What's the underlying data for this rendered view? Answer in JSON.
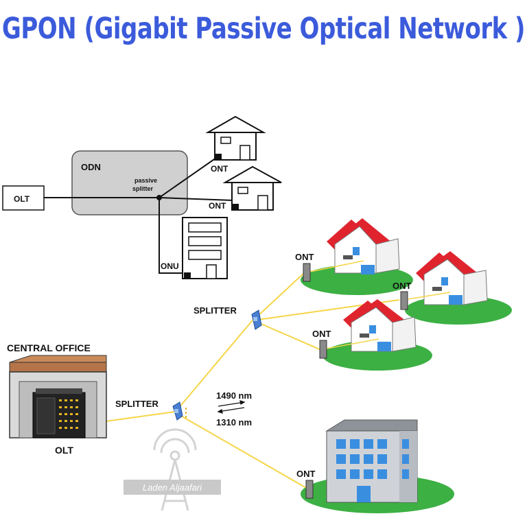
{
  "title": "GPON (Gigabit Passive Optical Network )",
  "top_diagram": {
    "olt_label": "OLT",
    "odn_label": "ODN",
    "splitter_line1": "passive",
    "splitter_line2": "splitter",
    "ont_label_1": "ONT",
    "ont_label_2": "ONT",
    "onu_label": "ONU"
  },
  "bottom_diagram": {
    "central_office_label": "CENTRAL OFFICE",
    "olt_label": "OLT",
    "splitter_label_1": "SPLITTER",
    "splitter_label_2": "SPLITTER",
    "downstream_wavelength": "1490 nm",
    "upstream_wavelength": "1310 nm",
    "ont_label_1": "ONT",
    "ont_label_2": "ONT",
    "ont_label_3": "ONT",
    "ont_label_4": "ONT"
  },
  "watermark": "Laden Aljaafari",
  "colors": {
    "title": "#3b5bdb",
    "fiber": "#f5d547",
    "grass": "#3cb043",
    "roof": "#e0242e",
    "building": "#cfd3d8",
    "windows": "#3a8ee0",
    "odn_box": "#d0d0d0"
  }
}
